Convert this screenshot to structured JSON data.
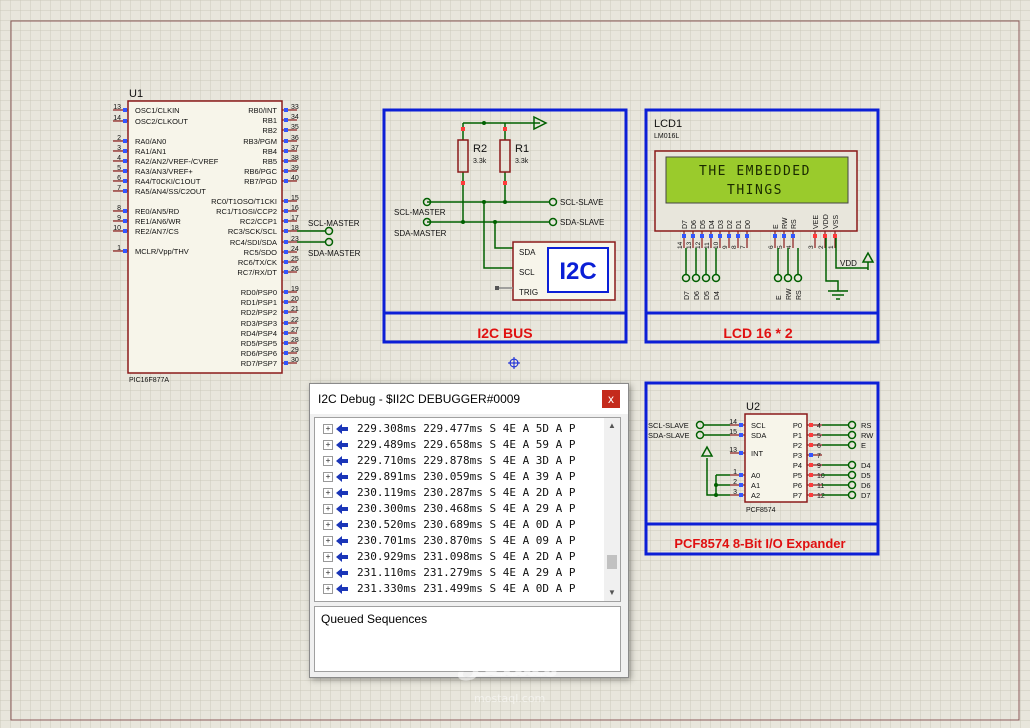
{
  "u1": {
    "ref": "U1",
    "part": "PIC16F877A",
    "left_pins": [
      {
        "num": "13",
        "name": "OSC1/CLKIN"
      },
      {
        "num": "14",
        "name": "OSC2/CLKOUT"
      },
      {
        "num": "2",
        "name": "RA0/AN0"
      },
      {
        "num": "3",
        "name": "RA1/AN1"
      },
      {
        "num": "4",
        "name": "RA2/AN2/VREF-/CVREF"
      },
      {
        "num": "5",
        "name": "RA3/AN3/VREF+"
      },
      {
        "num": "6",
        "name": "RA4/T0CKI/C1OUT"
      },
      {
        "num": "7",
        "name": "RA5/AN4/SS/C2OUT"
      },
      {
        "num": "8",
        "name": "RE0/AN5/RD"
      },
      {
        "num": "9",
        "name": "RE1/AN6/WR"
      },
      {
        "num": "10",
        "name": "RE2/AN7/CS"
      },
      {
        "num": "1",
        "name": "MCLR/Vpp/THV"
      }
    ],
    "right_pins": [
      {
        "num": "33",
        "name": "RB0/INT"
      },
      {
        "num": "34",
        "name": "RB1"
      },
      {
        "num": "35",
        "name": "RB2"
      },
      {
        "num": "36",
        "name": "RB3/PGM"
      },
      {
        "num": "37",
        "name": "RB4"
      },
      {
        "num": "38",
        "name": "RB5"
      },
      {
        "num": "39",
        "name": "RB6/PGC"
      },
      {
        "num": "40",
        "name": "RB7/PGD"
      },
      {
        "num": "15",
        "name": "RC0/T1OSO/T1CKI"
      },
      {
        "num": "16",
        "name": "RC1/T1OSI/CCP2"
      },
      {
        "num": "17",
        "name": "RC2/CCP1"
      },
      {
        "num": "18",
        "name": "RC3/SCK/SCL"
      },
      {
        "num": "23",
        "name": "RC4/SDI/SDA"
      },
      {
        "num": "24",
        "name": "RC5/SDO"
      },
      {
        "num": "25",
        "name": "RC6/TX/CK"
      },
      {
        "num": "26",
        "name": "RC7/RX/DT"
      },
      {
        "num": "19",
        "name": "RD0/PSP0"
      },
      {
        "num": "20",
        "name": "RD1/PSP1"
      },
      {
        "num": "21",
        "name": "RD2/PSP2"
      },
      {
        "num": "22",
        "name": "RD3/PSP3"
      },
      {
        "num": "27",
        "name": "RD4/PSP4"
      },
      {
        "num": "28",
        "name": "RD5/PSP5"
      },
      {
        "num": "29",
        "name": "RD6/PSP6"
      },
      {
        "num": "30",
        "name": "RD7/PSP7"
      }
    ],
    "scl_label": "SCL-MASTER",
    "sda_label": "SDA-MASTER"
  },
  "i2c_bus": {
    "title": "I2C BUS",
    "r2": "R2",
    "r2_val": "3.3k",
    "r1": "R1",
    "r1_val": "3.3k",
    "scl_master": "SCL-MASTER",
    "sda_master": "SDA-MASTER",
    "scl_slave": "SCL-SLAVE",
    "sda_slave": "SDA-SLAVE",
    "dbg_sda": "SDA",
    "dbg_scl": "SCL",
    "dbg_trig": "TRIG",
    "dbg_logo": "I2C"
  },
  "lcd": {
    "title": "LCD 16 * 2",
    "ref": "LCD1",
    "part": "LM016L",
    "line1": "THE EMBEDDED",
    "line2": "THINGS",
    "pins": [
      "D7",
      "D6",
      "D5",
      "D4",
      "D3",
      "D2",
      "D1",
      "D0",
      "E",
      "RW",
      "RS",
      "VEE",
      "VDD",
      "VSS"
    ],
    "pin_nums": [
      "14",
      "13",
      "12",
      "11",
      "10",
      "9",
      "8",
      "7",
      "6",
      "5",
      "4",
      "3",
      "2",
      "1"
    ],
    "bottom_labels": [
      "D7",
      "D6",
      "D5",
      "D4",
      "E",
      "RW",
      "RS"
    ],
    "vdd": "VDD"
  },
  "pcf": {
    "title": "PCF8574 8-Bit I/O Expander",
    "ref": "U2",
    "part": "PCF8574",
    "left_pins": [
      {
        "num": "14",
        "name": "SCL"
      },
      {
        "num": "15",
        "name": "SDA"
      },
      {
        "num": "13",
        "name": "INT"
      },
      {
        "num": "1",
        "name": "A0"
      },
      {
        "num": "2",
        "name": "A1"
      },
      {
        "num": "3",
        "name": "A2"
      }
    ],
    "right_pins": [
      {
        "num": "4",
        "name": "P0",
        "net": "RS"
      },
      {
        "num": "5",
        "name": "P1",
        "net": "RW"
      },
      {
        "num": "6",
        "name": "P2",
        "net": "E"
      },
      {
        "num": "7",
        "name": "P3",
        "net": ""
      },
      {
        "num": "9",
        "name": "P4",
        "net": "D4"
      },
      {
        "num": "10",
        "name": "P5",
        "net": "D5"
      },
      {
        "num": "11",
        "name": "P6",
        "net": "D6"
      },
      {
        "num": "12",
        "name": "P7",
        "net": "D7"
      }
    ],
    "scl_slave": "SCL-SLAVE",
    "sda_slave": "SDA-SLAVE"
  },
  "debug_window": {
    "title": "I2C Debug - $II2C DEBUGGER#0009",
    "close": "x",
    "rows": [
      "229.308ms 229.477ms S 4E A 5D A P",
      "229.489ms 229.658ms S 4E A 59 A P",
      "229.710ms 229.878ms S 4E A 3D A P",
      "229.891ms 230.059ms S 4E A 39 A P",
      "230.119ms 230.287ms S 4E A 2D A P",
      "230.300ms 230.468ms S 4E A 29 A P",
      "230.520ms 230.689ms S 4E A 0D A P",
      "230.701ms 230.870ms S 4E A 09 A P",
      "230.929ms 231.098ms S 4E A 2D A P",
      "231.110ms 231.279ms S 4E A 29 A P",
      "231.330ms 231.499ms S 4E A 0D A P"
    ],
    "queued_label": "Queued Sequences"
  },
  "watermark": {
    "main": "مستقل",
    "sub": "mostaql.com"
  },
  "colors": {
    "sheet_bg": "#e8e6dc",
    "grid": "#c9c7b8",
    "frame": "#0b1fd6",
    "title_red": "#e01010",
    "chip_fill": "#f7f5ea",
    "chip_border": "#8b1a1a",
    "wire": "#006000",
    "lcd_body": "#e8e6dc",
    "lcd_screen": "#9acb2c",
    "lcd_text": "#1a2a00"
  }
}
